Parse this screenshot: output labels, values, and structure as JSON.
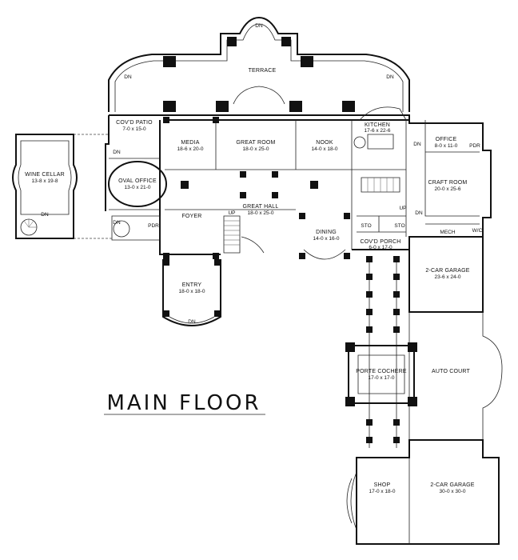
{
  "title": "MAIN FLOOR",
  "stair_markers": {
    "dn": "DN",
    "up": "UP"
  },
  "rooms": [
    {
      "id": "terrace",
      "name": "TERRACE",
      "dims": ""
    },
    {
      "id": "covd-patio",
      "name": "COV'D PATIO",
      "dims": "7-0 x 15-0"
    },
    {
      "id": "media",
      "name": "MEDIA",
      "dims": "18-6 x 20-0"
    },
    {
      "id": "great-room",
      "name": "GREAT ROOM",
      "dims": "18-0 x 25-0"
    },
    {
      "id": "nook",
      "name": "NOOK",
      "dims": "14-0 x 18-0"
    },
    {
      "id": "kitchen",
      "name": "KITCHEN",
      "dims": "17-6 x 22-6"
    },
    {
      "id": "office",
      "name": "OFFICE",
      "dims": "8-0 x 11-0"
    },
    {
      "id": "pdr-upper",
      "name": "PDR",
      "dims": ""
    },
    {
      "id": "wine-cellar",
      "name": "WINE CELLAR",
      "dims": "13-8 x 19-8"
    },
    {
      "id": "oval-office",
      "name": "OVAL OFFICE",
      "dims": "13-0 x 21-0"
    },
    {
      "id": "craft-room",
      "name": "CRAFT ROOM",
      "dims": "20-0 x 25-6"
    },
    {
      "id": "foyer",
      "name": "FOYER",
      "dims": ""
    },
    {
      "id": "great-hall",
      "name": "GREAT HALL",
      "dims": "18-0 x 25-0"
    },
    {
      "id": "dining",
      "name": "DINING",
      "dims": "14-0 x 16-0"
    },
    {
      "id": "pdr-lower",
      "name": "PDR",
      "dims": ""
    },
    {
      "id": "sto-left",
      "name": "STO",
      "dims": ""
    },
    {
      "id": "sto-right",
      "name": "STO",
      "dims": ""
    },
    {
      "id": "mech",
      "name": "MECH",
      "dims": ""
    },
    {
      "id": "wic",
      "name": "W/C",
      "dims": ""
    },
    {
      "id": "covd-porch",
      "name": "COV'D PORCH",
      "dims": "6-0 x 17-0"
    },
    {
      "id": "entry",
      "name": "ENTRY",
      "dims": "18-0 x 18-0"
    },
    {
      "id": "garage-2car-a",
      "name": "2-CAR GARAGE",
      "dims": "23-6 x 24-0"
    },
    {
      "id": "auto-court",
      "name": "AUTO COURT",
      "dims": ""
    },
    {
      "id": "porte-cochere",
      "name": "PORTE COCHERE",
      "dims": "17-0 x 17-0"
    },
    {
      "id": "shop",
      "name": "SHOP",
      "dims": "17-0 x 18-0"
    },
    {
      "id": "garage-2car-b",
      "name": "2-CAR GARAGE",
      "dims": "30-0 x 30-0"
    }
  ]
}
